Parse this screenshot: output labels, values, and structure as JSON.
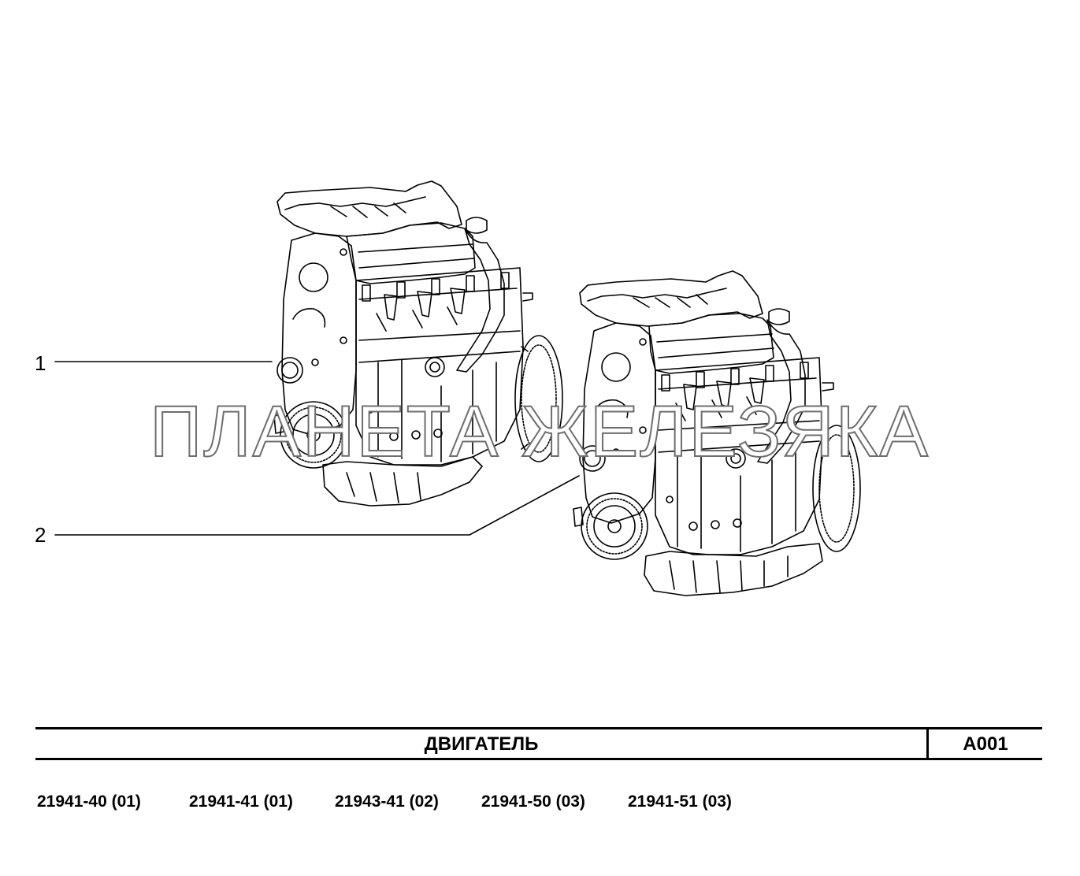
{
  "callouts": [
    {
      "number": "1"
    },
    {
      "number": "2"
    }
  ],
  "watermark": "ПЛАНЕТА ЖЕЛЕЗЯКА",
  "title_block": {
    "title": "ДВИГАТЕЛЬ",
    "code": "A001"
  },
  "models": [
    "21941-40 (01)",
    "21941-41 (01)",
    "21943-41 (02)",
    "21941-50 (03)",
    "21941-51 (03)"
  ]
}
